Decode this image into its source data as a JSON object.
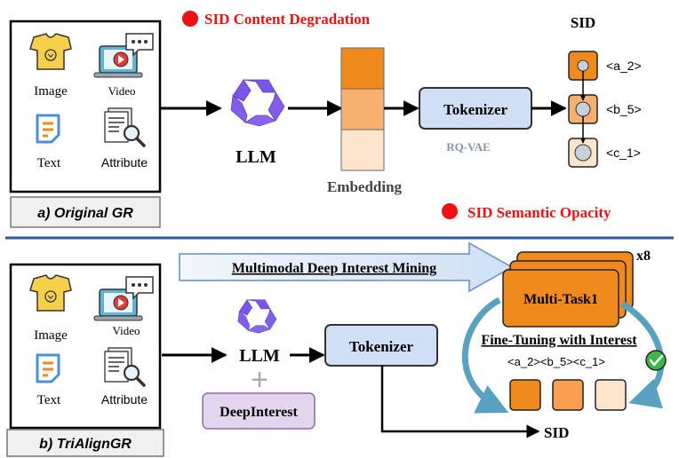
{
  "top": {
    "panel_label": "a) Original GR",
    "modalities": {
      "image": "Image",
      "video": "Video",
      "text": "Text",
      "attribute": "Attribute"
    },
    "warning_degradation": "SID Content Degradation",
    "warning_opacity": "SID Semantic Opacity",
    "llm_label": "LLM",
    "embedding_label": "Embedding",
    "tokenizer_label": "Tokenizer",
    "tokenizer_sub": "RQ-VAE",
    "sid_title": "SID",
    "sid_codes": [
      "<a_2>",
      "<b_5>",
      "<c_1>"
    ]
  },
  "bottom": {
    "panel_label": "b) TriAlignGR",
    "modalities": {
      "image": "Image",
      "video": "Video",
      "text": "Text",
      "attribute": "Attribute"
    },
    "mining_label": "Multimodal Deep Interest Mining",
    "llm_label": "LLM",
    "plus": "+",
    "deepinterest_label": "DeepInterest",
    "tokenizer_label": "Tokenizer",
    "multitask_label": "Multi-Task1",
    "multiplier": "x8",
    "finetune_label": "Fine-Tuning with Interest",
    "sid_sequence": "<a_2><b_5><c_1>",
    "sid_label": "SID"
  },
  "colors": {
    "warning": "#ee1111",
    "tokenizer_fill": "#cfe0f5",
    "llm_purple": "#7b55e8",
    "orange": "#f08a1c",
    "orange_light": "#f8b070",
    "orange_pale": "#fde4cc",
    "deepinterest_fill": "#e3d5ee",
    "divider": "#2c5a96"
  }
}
